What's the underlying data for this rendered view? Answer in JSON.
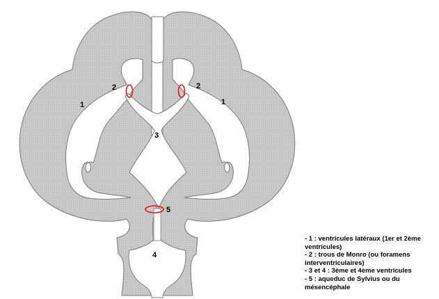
{
  "labels": {
    "n1_left": "1",
    "n1_right": "1",
    "n2_left": "2",
    "n2_right": "2",
    "n3": "3",
    "n4": "4",
    "n5": "5"
  },
  "legend": [
    "- 1 : ventricules latéraux (1er et 2ème ventricules)",
    "- 2 : trous de Monro (ou foramens interventriculaires)",
    "- 3 et 4 : 3ème et 4ème ventricules",
    "- 5 : aqueduc de Sylvius ou du mésencéphale"
  ],
  "colors": {
    "tissue": "#c9c9c9",
    "tissue_stroke": "#7a7a7a",
    "foramen_marker": "#e8141c",
    "background": "#ffffff"
  }
}
